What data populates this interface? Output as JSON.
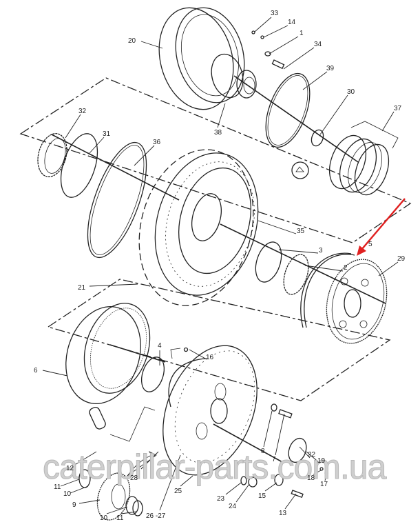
{
  "diagram": {
    "type": "exploded-parts-diagram",
    "watermark": "caterpillar-parts.com.ua",
    "highlight_color": "#e02020",
    "highlighted_part": "5",
    "labels": {
      "l33": "33",
      "l14": "14",
      "l1": "1",
      "l34": "34",
      "l20": "20",
      "l39": "39",
      "l30": "30",
      "l37": "37",
      "l38": "38",
      "l32": "32",
      "l31": "31",
      "l36": "36",
      "l35": "35",
      "l3": "3",
      "l2": "2",
      "l5": "5",
      "l29": "29",
      "l21": "21",
      "l6": "6",
      "l4": "4",
      "l16": "16",
      "l8": "8",
      "l7": "7",
      "l12": "12",
      "l22": "22",
      "l19": "19",
      "l28": "28",
      "l2627": "26 -27",
      "l25": "25",
      "l23": "23",
      "l24": "24",
      "l15": "15",
      "l18": "18",
      "l17": "17",
      "l13": "13",
      "l11a": "11",
      "l10a": "10",
      "l9": "9",
      "l10b": "10",
      "l11b": "11"
    }
  }
}
